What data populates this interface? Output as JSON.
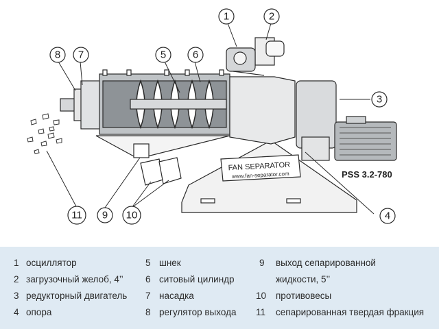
{
  "diagram": {
    "brand_plate": {
      "title": "FAN SEPARATOR",
      "url": "www.fan-separator.com"
    },
    "model": "PSS 3.2-780",
    "callouts": [
      "1",
      "2",
      "3",
      "4",
      "5",
      "6",
      "7",
      "8",
      "9",
      "10",
      "11"
    ]
  },
  "legend": [
    {
      "num": "1",
      "text": "осциллятор"
    },
    {
      "num": "2",
      "text": "загрузочный желоб, 4’’"
    },
    {
      "num": "3",
      "text": "редукторный двигатель"
    },
    {
      "num": "4",
      "text": "опора"
    },
    {
      "num": "5",
      "text": "шнек"
    },
    {
      "num": "6",
      "text": "ситовый цилиндр"
    },
    {
      "num": "7",
      "text": "насадка"
    },
    {
      "num": "8",
      "text": "регулятор выхода"
    },
    {
      "num": "9",
      "text": "выход сепарированной"
    },
    {
      "num": "",
      "text": "жидкости, 5’’"
    },
    {
      "num": "10",
      "text": "противовесы"
    },
    {
      "num": "11",
      "text": "сепарированная твердая фракция"
    }
  ],
  "colors": {
    "legend_bg": "#dfeaf3",
    "line": "#2a2a2a",
    "shade": "#b8bcc0"
  }
}
